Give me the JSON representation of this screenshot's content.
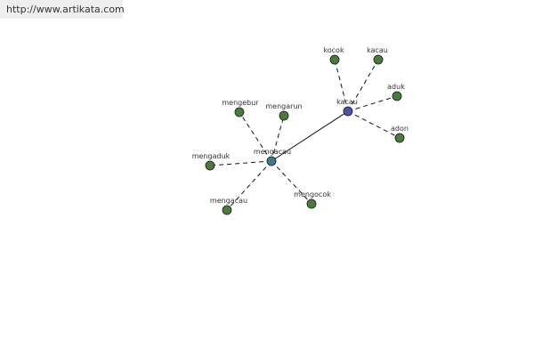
{
  "source_url": "http://www.artikata.com",
  "colors": {
    "leaf_node": "#4a7a3c",
    "hub_node": "#4a55a0",
    "root_node": "#3f7a85",
    "edge": "#111111",
    "label": "#333333"
  },
  "graph": {
    "nodes": [
      {
        "id": "mengacau",
        "label": "mengacau",
        "role": "root"
      },
      {
        "id": "kacau",
        "label": "kacau",
        "role": "hub"
      },
      {
        "id": "kocok",
        "label": "kocok",
        "role": "leaf"
      },
      {
        "id": "kacau2",
        "label": "kacau",
        "role": "leaf"
      },
      {
        "id": "aduk",
        "label": "aduk",
        "role": "leaf"
      },
      {
        "id": "adon",
        "label": "adon",
        "role": "leaf"
      },
      {
        "id": "mengebur",
        "label": "mengebur",
        "role": "leaf"
      },
      {
        "id": "mengarun",
        "label": "mengarun",
        "role": "leaf"
      },
      {
        "id": "mengaduk",
        "label": "mengaduk",
        "role": "leaf"
      },
      {
        "id": "mengacau2",
        "label": "mengacau",
        "role": "leaf"
      },
      {
        "id": "mengocok",
        "label": "mengocok",
        "role": "leaf"
      }
    ],
    "edges": [
      {
        "from": "mengacau",
        "to": "kacau",
        "style": "solid"
      },
      {
        "from": "kacau",
        "to": "kocok",
        "style": "dashed"
      },
      {
        "from": "kacau",
        "to": "kacau2",
        "style": "dashed"
      },
      {
        "from": "kacau",
        "to": "aduk",
        "style": "dashed"
      },
      {
        "from": "kacau",
        "to": "adon",
        "style": "dashed"
      },
      {
        "from": "mengacau",
        "to": "mengebur",
        "style": "dashed"
      },
      {
        "from": "mengacau",
        "to": "mengarun",
        "style": "dashed"
      },
      {
        "from": "mengacau",
        "to": "mengaduk",
        "style": "dashed"
      },
      {
        "from": "mengacau",
        "to": "mengacau2",
        "style": "dashed"
      },
      {
        "from": "mengacau",
        "to": "mengocok",
        "style": "dashed"
      }
    ]
  }
}
